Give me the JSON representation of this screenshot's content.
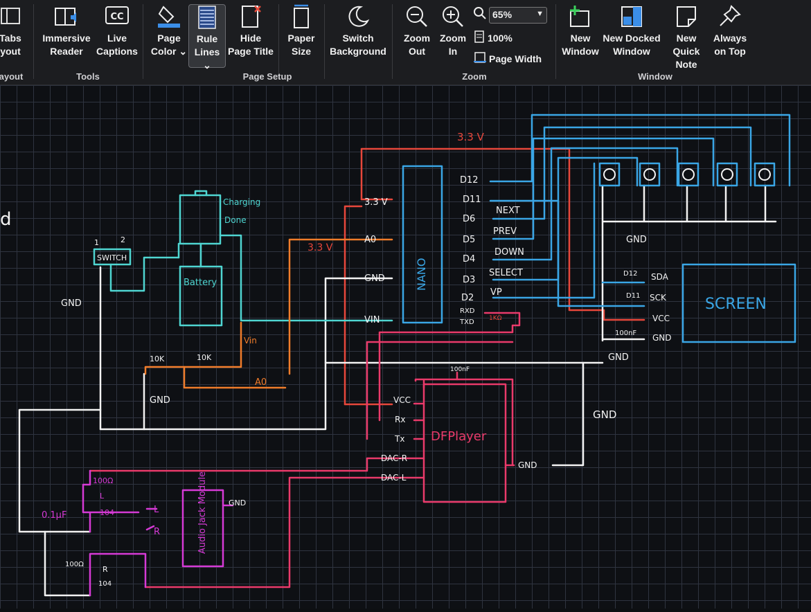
{
  "ribbon": {
    "tools_partial": {
      "label_line1": "Tabs",
      "label_line2": "yout",
      "group_label": "ayout"
    },
    "tools": {
      "group_label": "Tools",
      "immersive_reader": "Immersive\nReader",
      "live_captions": "Live\nCaptions"
    },
    "page_setup": {
      "group_label": "Page Setup",
      "page_color": "Page\nColor ⌄",
      "rule_lines": "Rule\nLines ⌄",
      "hide_page_title": "Hide\nPage Title",
      "paper_size": "Paper\nSize",
      "switch_background": "Switch\nBackground"
    },
    "zoom": {
      "group_label": "Zoom",
      "zoom_out": "Zoom\nOut",
      "zoom_in": "Zoom\nIn",
      "zoom_value": "65%",
      "hundred_percent": "100%",
      "page_width": "Page Width"
    },
    "window": {
      "group_label": "Window",
      "new_window": "New\nWindow",
      "new_docked_window": "New Docked\nWindow",
      "new_quick_note": "New Quick\nNote",
      "always_on_top": "Always\non Top"
    },
    "colors": {
      "ribbon_bg": "#1c1d20",
      "accent": "#3b8ee8"
    }
  },
  "schematic": {
    "left_edge_char": "d",
    "top_rail_label": "3.3 V",
    "nano": {
      "name": "NANO",
      "left_pins": [
        "3.3 V",
        "A0",
        "GND",
        "VIN"
      ],
      "right_pins": [
        "D12",
        "D11",
        "D6",
        "D5",
        "D4",
        "D3",
        "D2",
        "RXD",
        "TXD"
      ]
    },
    "button_labels": [
      "NEXT",
      "PREV",
      "DOWN",
      "SELECT",
      "VP"
    ],
    "switch": {
      "name": "SWITCH",
      "pin1": "1",
      "pin2": "2"
    },
    "charger": {
      "charging": "Charging",
      "done": "Done"
    },
    "battery": "Battery",
    "vin_label": "Vin",
    "a0_label": "A0",
    "left_rail_label": "3.3 V",
    "resistors": [
      "10K",
      "10K"
    ],
    "resistor_1k": "1KΩ",
    "gnd_labels": [
      "GND",
      "GND",
      "GND",
      "GND",
      "GND",
      "GND",
      "GND"
    ],
    "screen": {
      "name": "SCREEN",
      "pins": [
        "SDA",
        "SCK",
        "VCC",
        "GND"
      ],
      "d12": "D12",
      "d11": "D11",
      "cap": "100nF"
    },
    "dfplayer": {
      "name": "DFPlayer",
      "pins": [
        "VCC",
        "Rx",
        "Tx",
        "DAC-R",
        "DAC-L"
      ],
      "gnd": "GND",
      "cap": "100nF"
    },
    "audio": {
      "module": "Audio Jack Module",
      "l": "L",
      "r": "R",
      "r100_top": "100Ω",
      "l_label": "L",
      "cap_top": "104",
      "cap_uf": "0.1µF",
      "r100_bottom": "100Ω",
      "r_label": "R",
      "cap_bottom": "104",
      "gnd": "GND"
    },
    "colors": {
      "red": "#e8473b",
      "blue": "#3aa6e6",
      "cyan": "#4fd6d2",
      "white": "#f3f3f3",
      "orange": "#f07c2a",
      "pink": "#ea3a6a",
      "magenta": "#d63ad6"
    }
  }
}
